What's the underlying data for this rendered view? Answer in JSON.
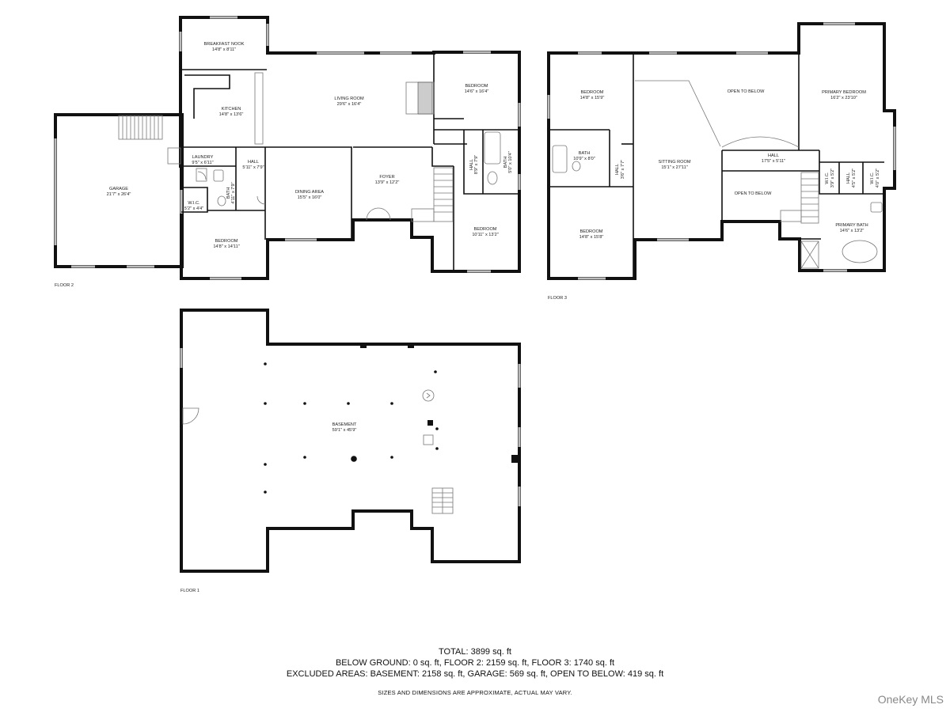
{
  "floors": {
    "floor2_label": "FLOOR 2",
    "floor3_label": "FLOOR 3",
    "floor1_label": "FLOOR 1"
  },
  "rooms": {
    "breakfast_nook": {
      "name": "BREAKFAST NOOK",
      "dims": "14'8\" x 8'11\""
    },
    "kitchen": {
      "name": "KITCHEN",
      "dims": "14'8\" x 13'6\""
    },
    "living_room": {
      "name": "LIVING ROOM",
      "dims": "29'6\" x 16'4\""
    },
    "bedroom_f2_ne": {
      "name": "BEDROOM",
      "dims": "14'6\" x 16'4\""
    },
    "garage": {
      "name": "GARAGE",
      "dims": "21'7\" x 26'4\""
    },
    "laundry": {
      "name": "LAUNDRY",
      "dims": "9'5\" x 6'11\""
    },
    "hall_f2_a": {
      "name": "HALL",
      "dims": "5'11\" x 7'9\""
    },
    "bath_f2_a": {
      "name": "BATH",
      "dims": "4'11\" x 7'9\""
    },
    "wic_f2": {
      "name": "W.I.C.",
      "dims": "5'2\" x 4'4\""
    },
    "bedroom_f2_sw": {
      "name": "BEDROOM",
      "dims": "14'8\" x 14'11\""
    },
    "dining_area": {
      "name": "DINING AREA",
      "dims": "15'5\" x 16'0\""
    },
    "foyer": {
      "name": "FOYER",
      "dims": "13'9\" x 12'2\""
    },
    "hall_f2_b": {
      "name": "HALL",
      "dims": "8'9\" x 7'9\""
    },
    "bath_f2_b": {
      "name": "BATH",
      "dims": "5'0\" x 10'4\""
    },
    "bedroom_f2_se": {
      "name": "BEDROOM",
      "dims": "10'11\" x 13'2\""
    },
    "bedroom_f3_nw": {
      "name": "BEDROOM",
      "dims": "14'8\" x 15'9\""
    },
    "bath_f3": {
      "name": "BATH",
      "dims": "10'9\" x 8'0\""
    },
    "hall_f3_a": {
      "name": "HALL",
      "dims": "3'6\" x 7'7\""
    },
    "sitting_room": {
      "name": "SITTING ROOM",
      "dims": "15'1\" x 27'11\""
    },
    "open_to_below_1": {
      "name": "OPEN TO BELOW"
    },
    "hall_f3_b": {
      "name": "HALL",
      "dims": "17'5\" x 5'11\""
    },
    "open_to_below_2": {
      "name": "OPEN TO BELOW"
    },
    "primary_bedroom": {
      "name": "PRIMARY BEDROOM",
      "dims": "16'2\" x 23'10\""
    },
    "wic_f3_a": {
      "name": "W.I.C.",
      "dims": "3'9\" x 5'2\""
    },
    "hall_f3_c": {
      "name": "HALL",
      "dims": "4'5\" x 5'2\""
    },
    "wic_f3_b": {
      "name": "W.I.C.",
      "dims": "4'0\" x 5'2\""
    },
    "primary_bath": {
      "name": "PRIMARY BATH",
      "dims": "14'6\" x 13'2\""
    },
    "bedroom_f3_sw": {
      "name": "BEDROOM",
      "dims": "14'8\" x 15'8\""
    },
    "basement": {
      "name": "BASEMENT",
      "dims": "59'1\" x 45'9\""
    }
  },
  "summary": {
    "total": "TOTAL: 3899 sq. ft",
    "below_ground": "BELOW GROUND: 0 sq. ft, FLOOR 2: 2159 sq. ft, FLOOR 3: 1740 sq. ft",
    "excluded": "EXCLUDED AREAS: BASEMENT: 2158 sq. ft, GARAGE: 569 sq. ft, OPEN TO BELOW: 419 sq. ft",
    "disclaimer": "SIZES AND DIMENSIONS ARE APPROXIMATE, ACTUAL MAY VARY."
  },
  "watermark": "OneKey MLS"
}
